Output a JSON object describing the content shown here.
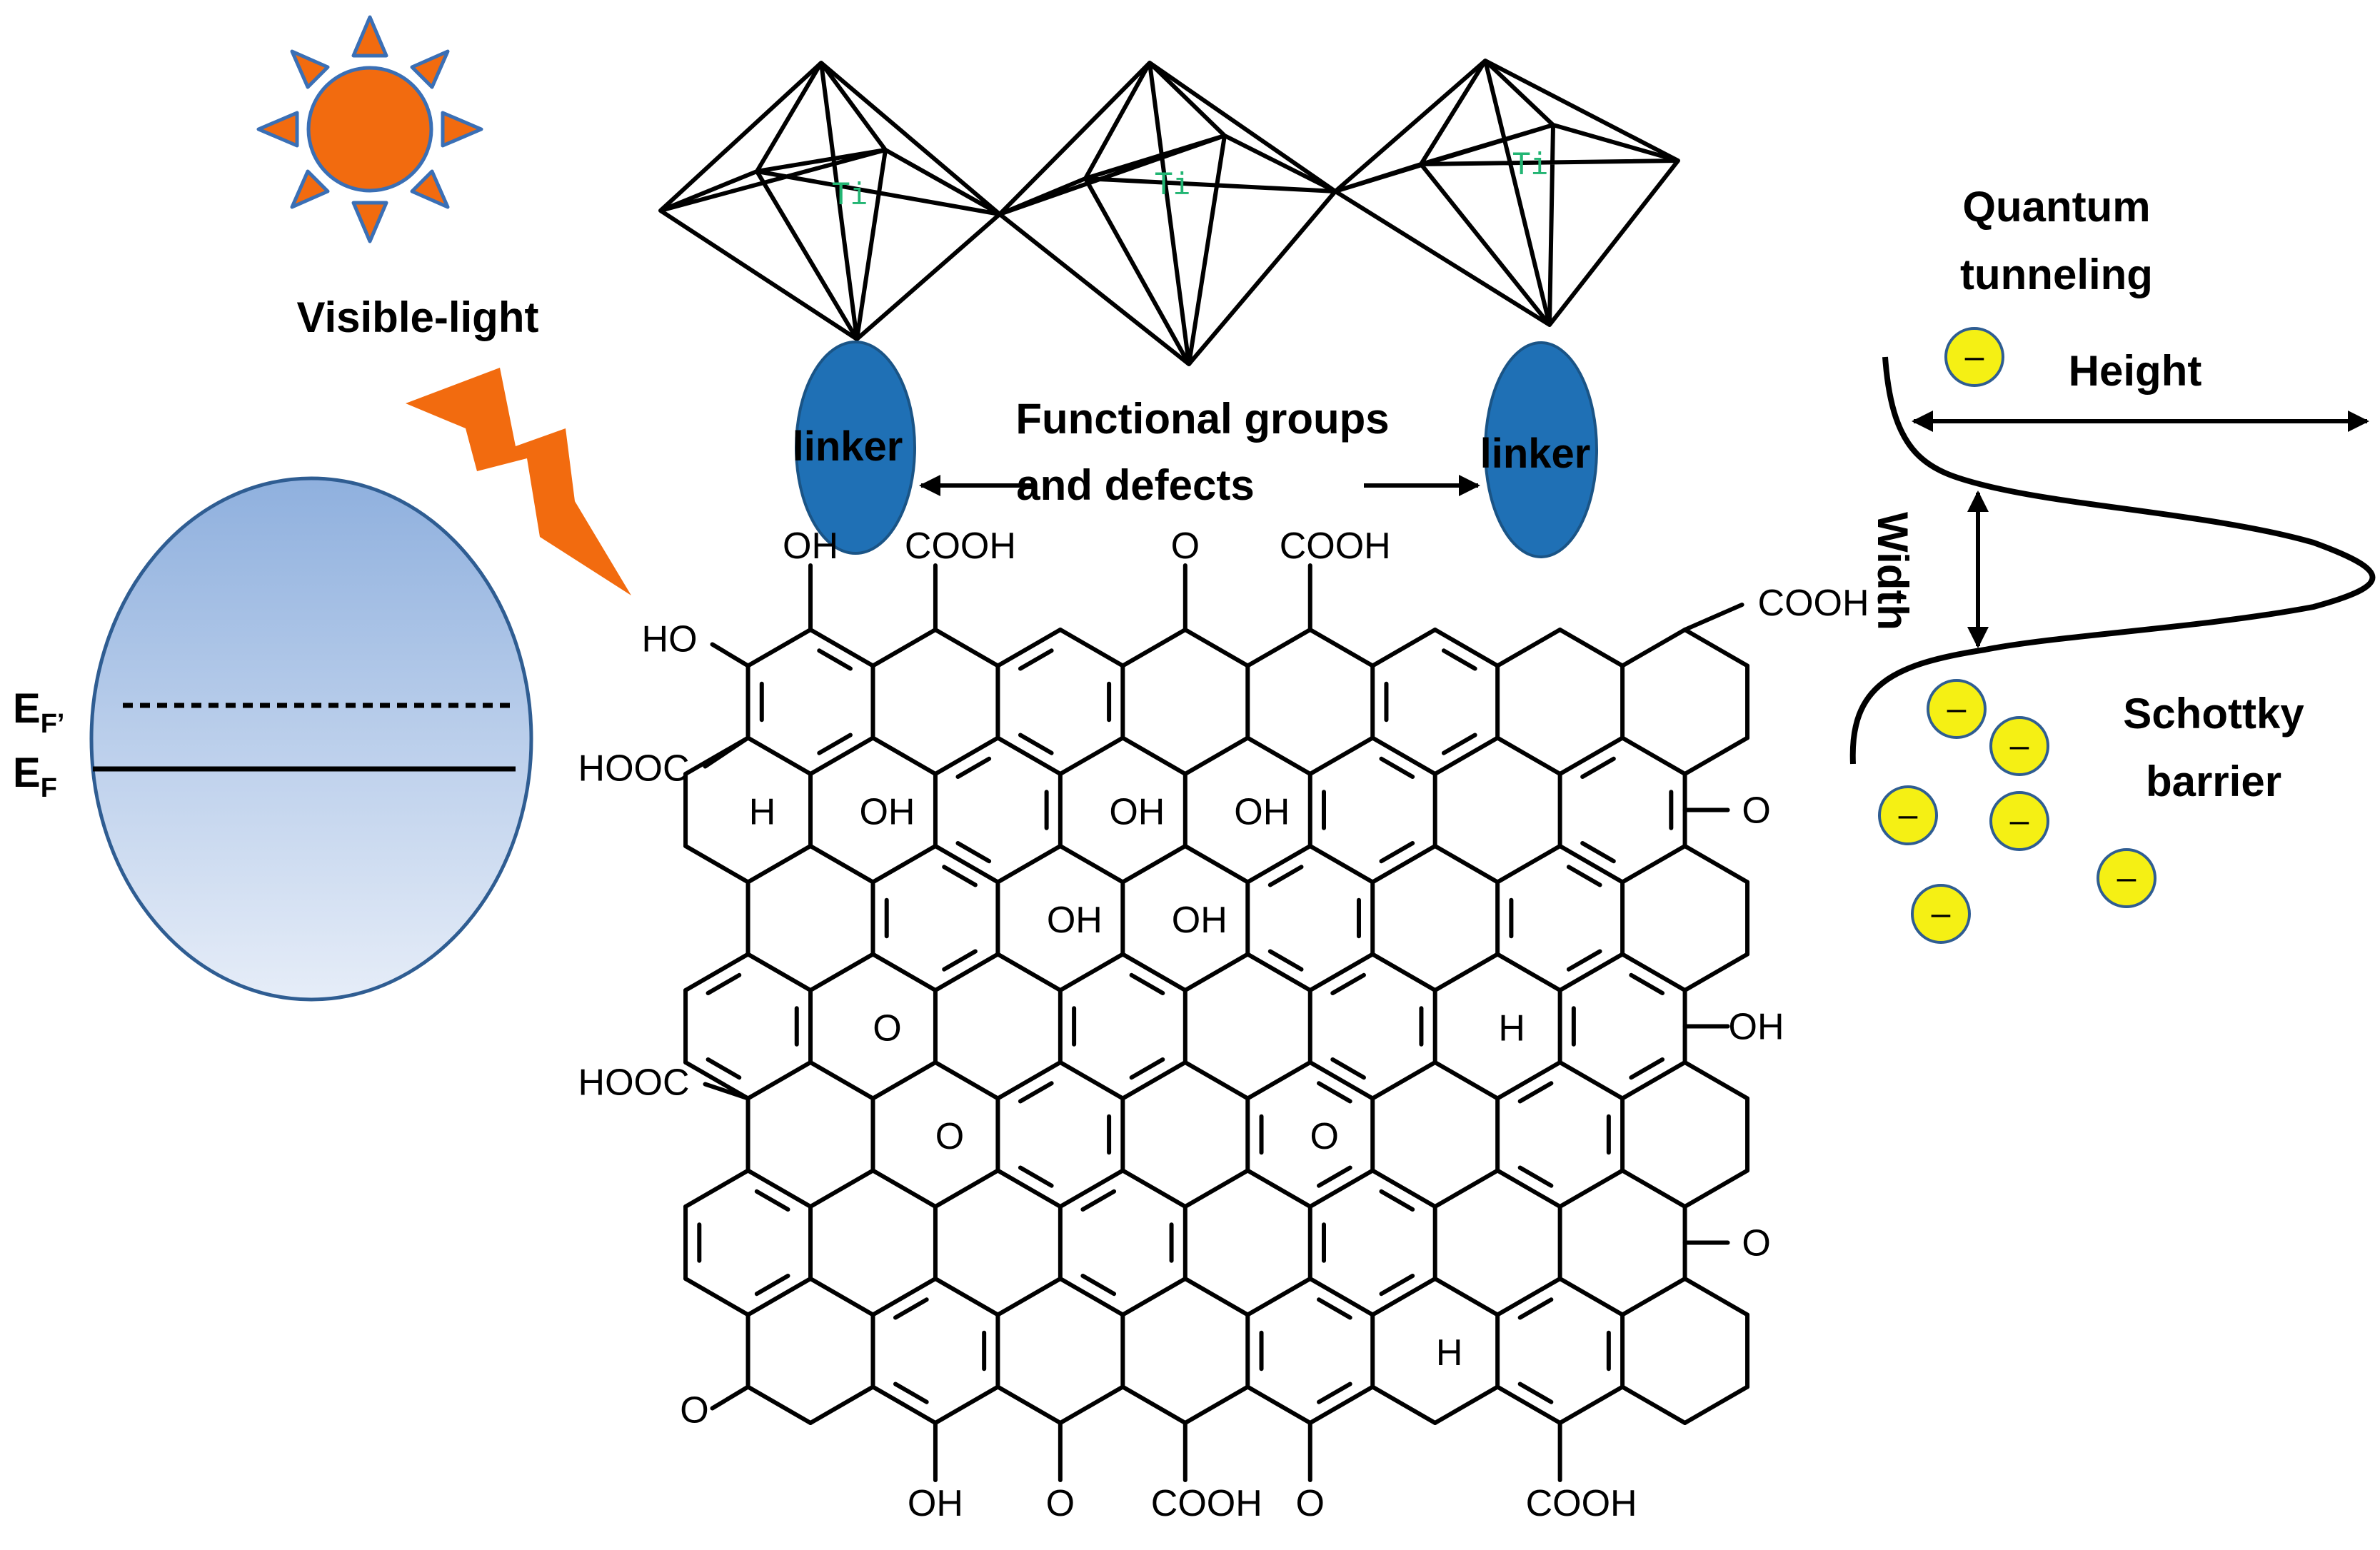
{
  "labels": {
    "visible_light": "Visible-light",
    "fermi_upper_main": "E",
    "fermi_upper_sub": "F’",
    "fermi_lower_main": "E",
    "fermi_lower_sub": "F",
    "linker_left": "linker",
    "linker_right": "linker",
    "functional_line1": "Functional groups",
    "functional_line2": "and defects",
    "quantum_line1": "Quantum",
    "quantum_line2": "tunneling",
    "height": "Height",
    "width": "Width",
    "schottky_line1": "Schottky",
    "schottky_line2": "barrier",
    "ti": "Ti",
    "electron_symbol": "–"
  },
  "chem_labels": {
    "oh": "OH",
    "cooh": "COOH",
    "hooc": "HOOC",
    "ho": "HO",
    "o": "O",
    "h": "H",
    "coohO": "COOHO"
  },
  "colors": {
    "sun": "#f26b0f",
    "sun_outline": "#3a6fb5",
    "bolt": "#f26b0f",
    "sphere_top": "#8fb0de",
    "sphere_bottom": "#e6edf8",
    "sphere_outline": "#2f5d92",
    "linker": "#1f70b5",
    "linker_outline": "#1a5486",
    "electron": "#f5f014",
    "ti_text": "#22b573"
  },
  "icons": {
    "sun": "sun-icon",
    "bolt": "lightning-bolt-icon",
    "electron": "electron-icon"
  }
}
